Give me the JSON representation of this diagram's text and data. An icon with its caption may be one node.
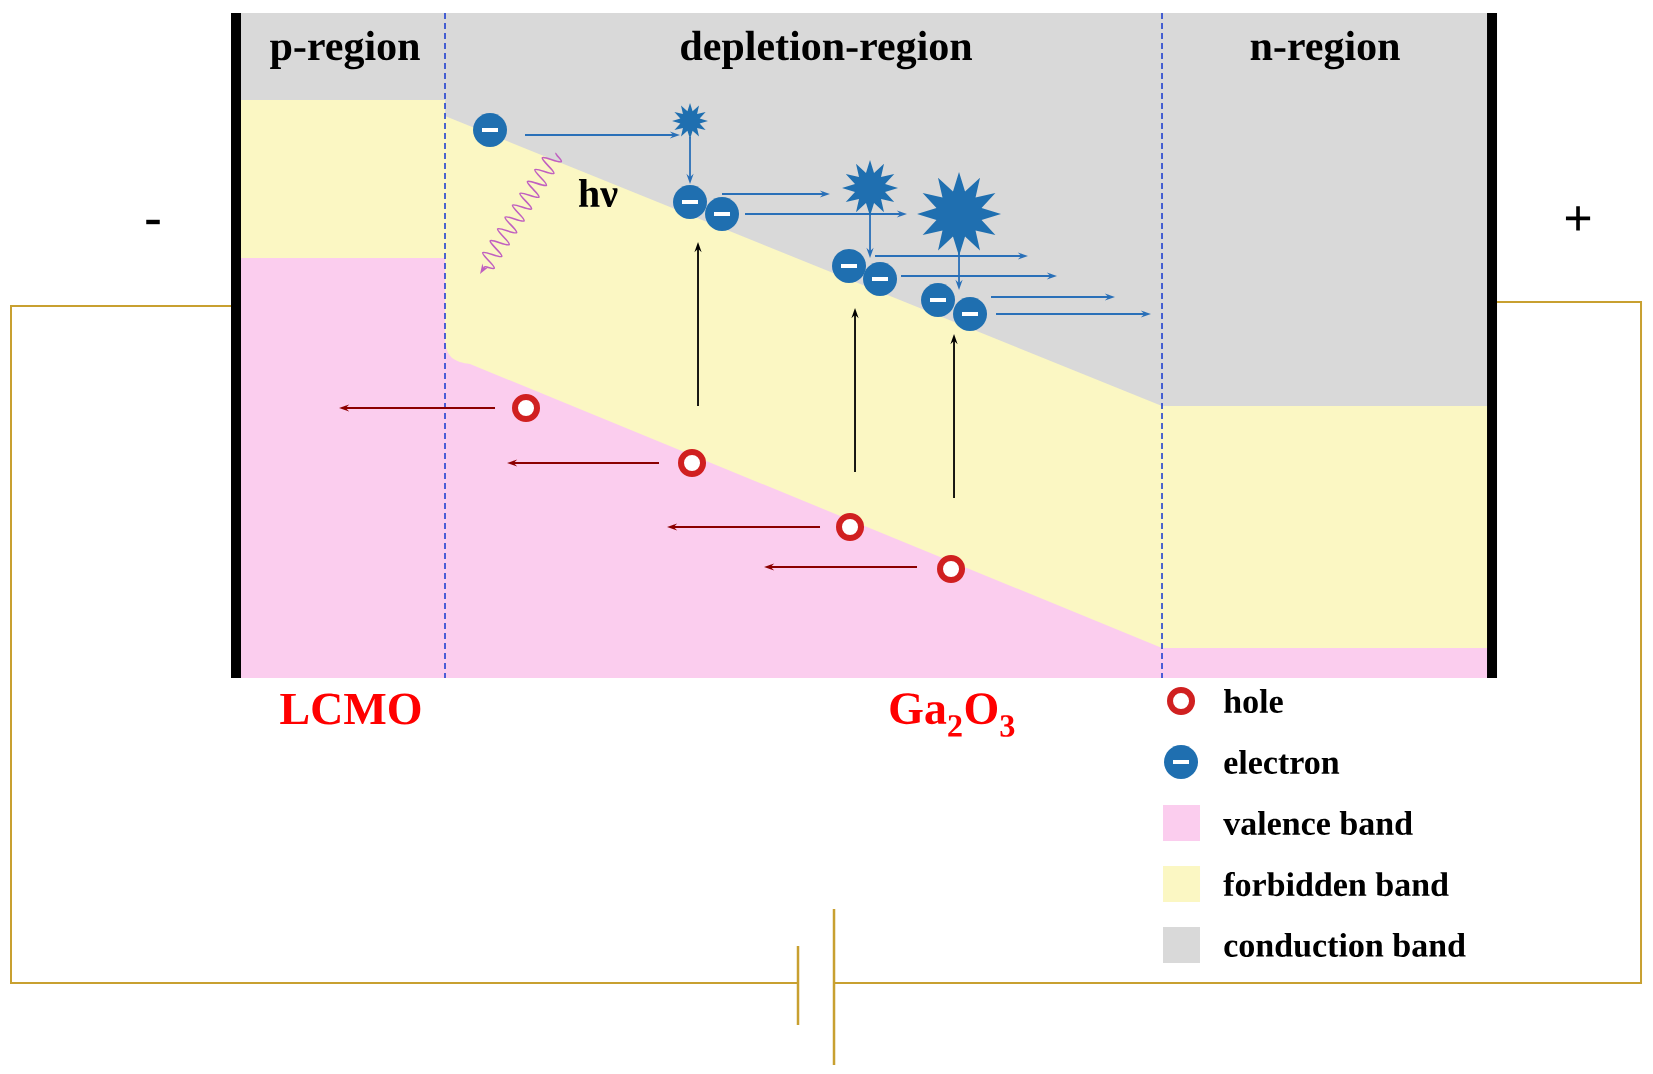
{
  "diagram": {
    "nodes": [
      {
        "text": [
          "p-region"
        ]
      },
      {
        "text": [
          "depletion-region"
        ]
      },
      {
        "text": [
          "n-region"
        ]
      }
    ],
    "labels": [
      "-",
      "hν",
      "+",
      "LCMO",
      "Ga$_{2}$O$_{3}$"
    ],
    "legend": [
      {
        "text": "hole"
      },
      {
        "text": "electron"
      },
      {
        "text": "valence band",
        "color": "#fbcdee"
      },
      {
        "text": "forbidden band",
        "color": "#fbf7c3"
      },
      {
        "text": "conduction band",
        "color": "#d9d9d9"
      }
    ]
  }
}
